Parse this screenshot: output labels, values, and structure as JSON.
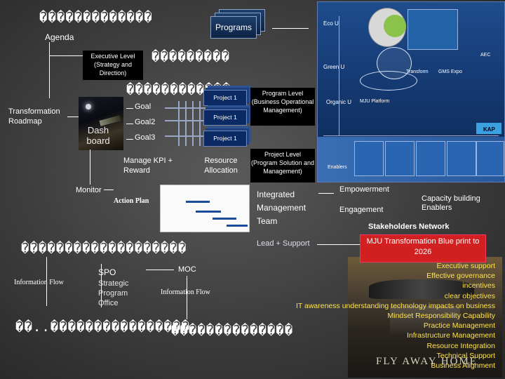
{
  "title_boxes": "�������������",
  "agenda": "Agenda",
  "programs": "Programs",
  "executive": "Executive Level (Strategy and Direction)",
  "exec_boxes": "���������",
  "mid_boxes": "������������",
  "transformation": "Transformation Roadmap",
  "dashboard": "Dash board",
  "goals": [
    "Goal",
    "Goal2",
    "Goal3"
  ],
  "projects": [
    "Project 1",
    "Project 1",
    "Project 1"
  ],
  "program_level": "Program Level (Business Operational Management)",
  "project_level": "Project Level (Program Solution and Management)",
  "manage_kpi": "Manage KPI + Reward",
  "resource": "Resource Allocation",
  "monitor": "Monitor",
  "action_plan": "Action Plan",
  "integrated": "Integrated Management Team",
  "lead_support": "Lead + Support",
  "bottom_boxes": "�������������������",
  "info_flow_left": "Information Flow",
  "spo_title": "SPO",
  "spo_desc": "Strategic Program Office",
  "moc": "MOC",
  "info_flow_mid": "Information Flow",
  "boxes_row_a": "��..����������������",
  "boxes_row_b": "��������������",
  "empowerment": "Empowerment",
  "engagement": "Engagement",
  "capacity": "Capacity building Enablers",
  "stakeholders": "Stakeholders Network",
  "mju_title": "MJU Transformation Blue print to 2026",
  "poster_title": "FLY AWAY HOME",
  "enablers": [
    "Executive support",
    "Effective governance",
    "incentives",
    "clear objectives",
    "IT awareness understanding technology impacts on business",
    "Mindset  Responsibility  Capability",
    "Practice Management",
    "Infrastructure Management",
    "Resource Integration",
    "Technical Support",
    "Business Alignment"
  ],
  "map_labels": [
    "Eco U",
    "Green U",
    "Organic U",
    "MJU Platform",
    "Transform",
    "GMS Expo",
    "AEC",
    "Enablers",
    "KAP"
  ],
  "colors": {
    "mju_box": "#d21f1f",
    "project": "#0b2a63",
    "enablers_text": "#ffe34d"
  }
}
